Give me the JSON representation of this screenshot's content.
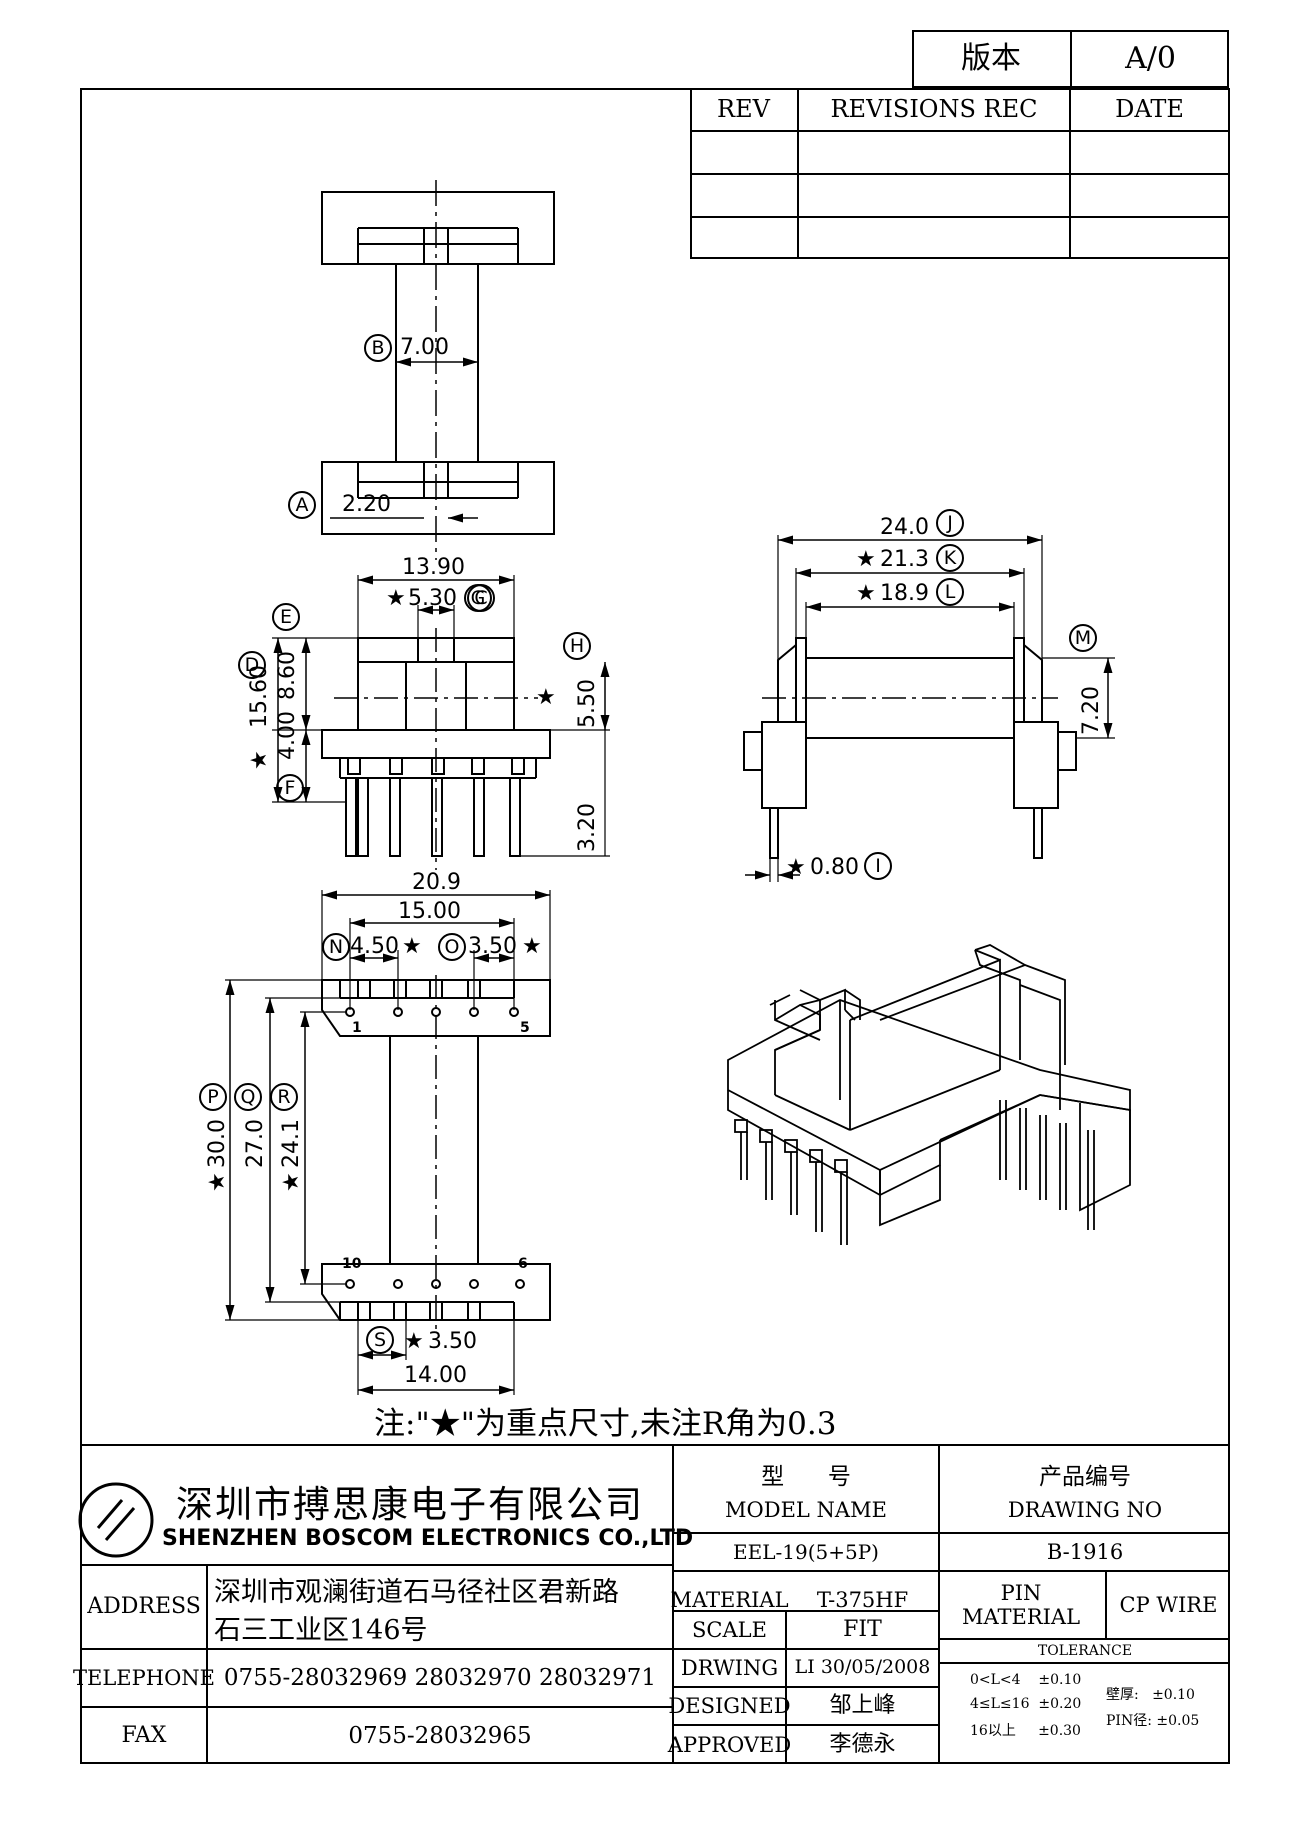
{
  "version_box": {
    "label": "版本",
    "value": "A/0"
  },
  "revision_table": {
    "headers": {
      "rev": "REV",
      "rec": "REVISIONS REC",
      "date": "DATE"
    }
  },
  "drawing": {
    "top_view": {
      "dim_b": "7.00",
      "dim_a": "2.20"
    },
    "front_view": {
      "dim_c": "13.90",
      "dim_g": "5.30",
      "dim_d": "8.60",
      "dim_h": "5.50",
      "dim_total": "15.60",
      "dim_f": "4.00",
      "dim_pin": "3.20"
    },
    "side_view": {
      "dim_j": "24.0",
      "dim_k": "21.3",
      "dim_l": "18.9",
      "dim_m": "7.20",
      "dim_i": "0.80"
    },
    "bottom_view": {
      "dim_width": "20.9",
      "dim_span": "15.00",
      "dim_n": "4.50",
      "dim_o": "3.50",
      "dim_p": "30.0",
      "dim_q": "27.0",
      "dim_r": "24.1",
      "dim_s": "3.50",
      "dim_base": "14.00",
      "pins_top": [
        "1",
        "5"
      ],
      "pins_bottom": [
        "10",
        "6"
      ]
    },
    "markers": {
      "a": "A",
      "b": "B",
      "c": "C",
      "d": "D",
      "e": "E",
      "f": "F",
      "g": "G",
      "h": "H",
      "i": "I",
      "j": "J",
      "k": "K",
      "l": "L",
      "m": "M",
      "n": "N",
      "o": "O",
      "p": "P",
      "q": "Q",
      "r": "R",
      "s": "S"
    },
    "star": "★"
  },
  "note": "注:\"★\"为重点尺寸,未注R角为0.3",
  "title_block": {
    "company_cn": "深圳市搏思康电子有限公司",
    "company_en": "SHENZHEN BOSCOM ELECTRONICS CO.,LTD",
    "address_label": "ADDRESS",
    "address_line1": "深圳市观澜街道石马径社区君新路",
    "address_line2": "石三工业区146号",
    "telephone_label": "TELEPHONE",
    "telephone": "0755-28032969 28032970 28032971",
    "fax_label": "FAX",
    "fax": "0755-28032965",
    "model_label_cn": "型      号",
    "model_label_en": "MODEL NAME",
    "model_value": "EEL-19(5+5P)",
    "drawing_no_label_cn": "产品编号",
    "drawing_no_label_en": "DRAWING NO",
    "drawing_no_value": "B-1916",
    "material_label": "MATERIAL",
    "material_value": "T-375HF",
    "scale_label": "SCALE",
    "scale_value": "FIT",
    "drwing_label": "DRWING",
    "drwing_value": "LI 30/05/2008",
    "designed_label": "DESIGNED",
    "designed_value": "邹上峰",
    "approved_label": "APPROVED",
    "approved_value": "李德永",
    "pin_material_label": "PIN MATERIAL",
    "pin_material_value": "CP WIRE",
    "tolerance_label": "TOLERANCE",
    "tolerance_rows": [
      "0<L<4    ±0.10",
      "4≤L≤16  ±0.20",
      "16以上     ±0.30"
    ],
    "tolerance_extra": [
      "壁厚:   ±0.10",
      "PIN径: ±0.05"
    ]
  }
}
